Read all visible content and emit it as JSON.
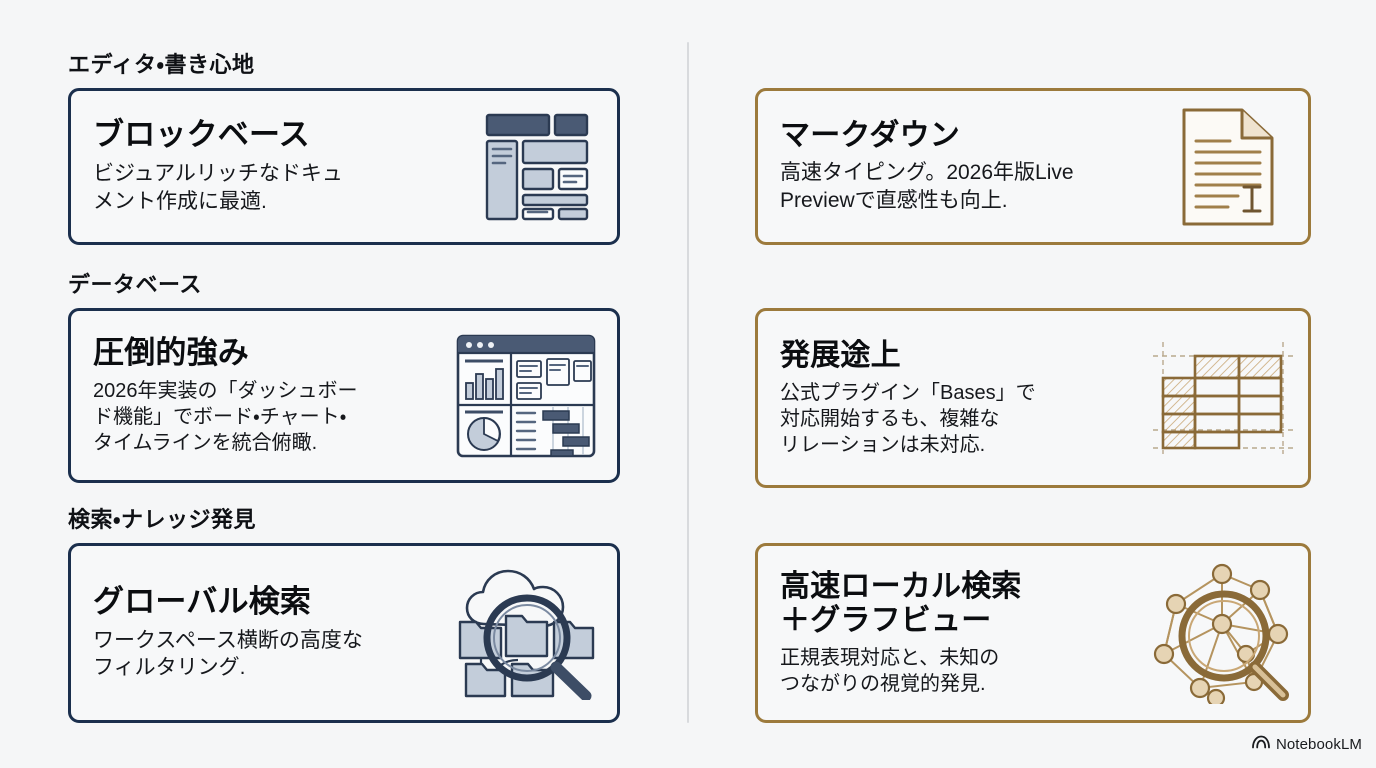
{
  "background_color": "#f5f6f7",
  "theme": {
    "left_accent": "#1b2f4d",
    "right_accent": "#9c7a3c",
    "divider_color": "#d8dadd",
    "card_background": "#f7f8f9",
    "text_color": "#111316"
  },
  "left_column": {
    "sections": [
      {
        "label": "エディタ・書き心地",
        "card": {
          "title": "ブロックベース",
          "description": "ビジュアルリッチなドキュ\nメント作成に最適.",
          "icon": "block-layout-icon"
        }
      },
      {
        "label": "データベース",
        "card": {
          "title": "圧倒的強み",
          "description": "2026年実装の「ダッシュボー\nド機能」でボード・チャート・\nタイムラインを統合俯瞰.",
          "icon": "dashboard-window-icon"
        }
      },
      {
        "label": "検索・ナレッジ発見",
        "card": {
          "title": "グローバル検索",
          "description": "ワークスペース横断の高度な\nフィルタリング.",
          "icon": "cloud-folder-search-icon"
        }
      }
    ]
  },
  "right_column": {
    "cards": [
      {
        "title": "マークダウン",
        "description": "高速タイピング。2026年版Live\nPreviewで直感性も向上.",
        "icon": "document-text-cursor-icon"
      },
      {
        "title": "発展途上",
        "description": "公式プラグイン「Bases」で\n対応開始するも、複雑な\nリレーションは未対応.",
        "icon": "partial-table-grid-icon"
      },
      {
        "title": "高速ローカル検索\n＋グラフビュー",
        "description": "正規表現対応と、未知の\nつながりの視覚的発見.",
        "icon": "graph-network-search-icon"
      }
    ]
  },
  "watermark": {
    "label": "NotebookLM",
    "icon": "notebooklm-logo-icon"
  }
}
